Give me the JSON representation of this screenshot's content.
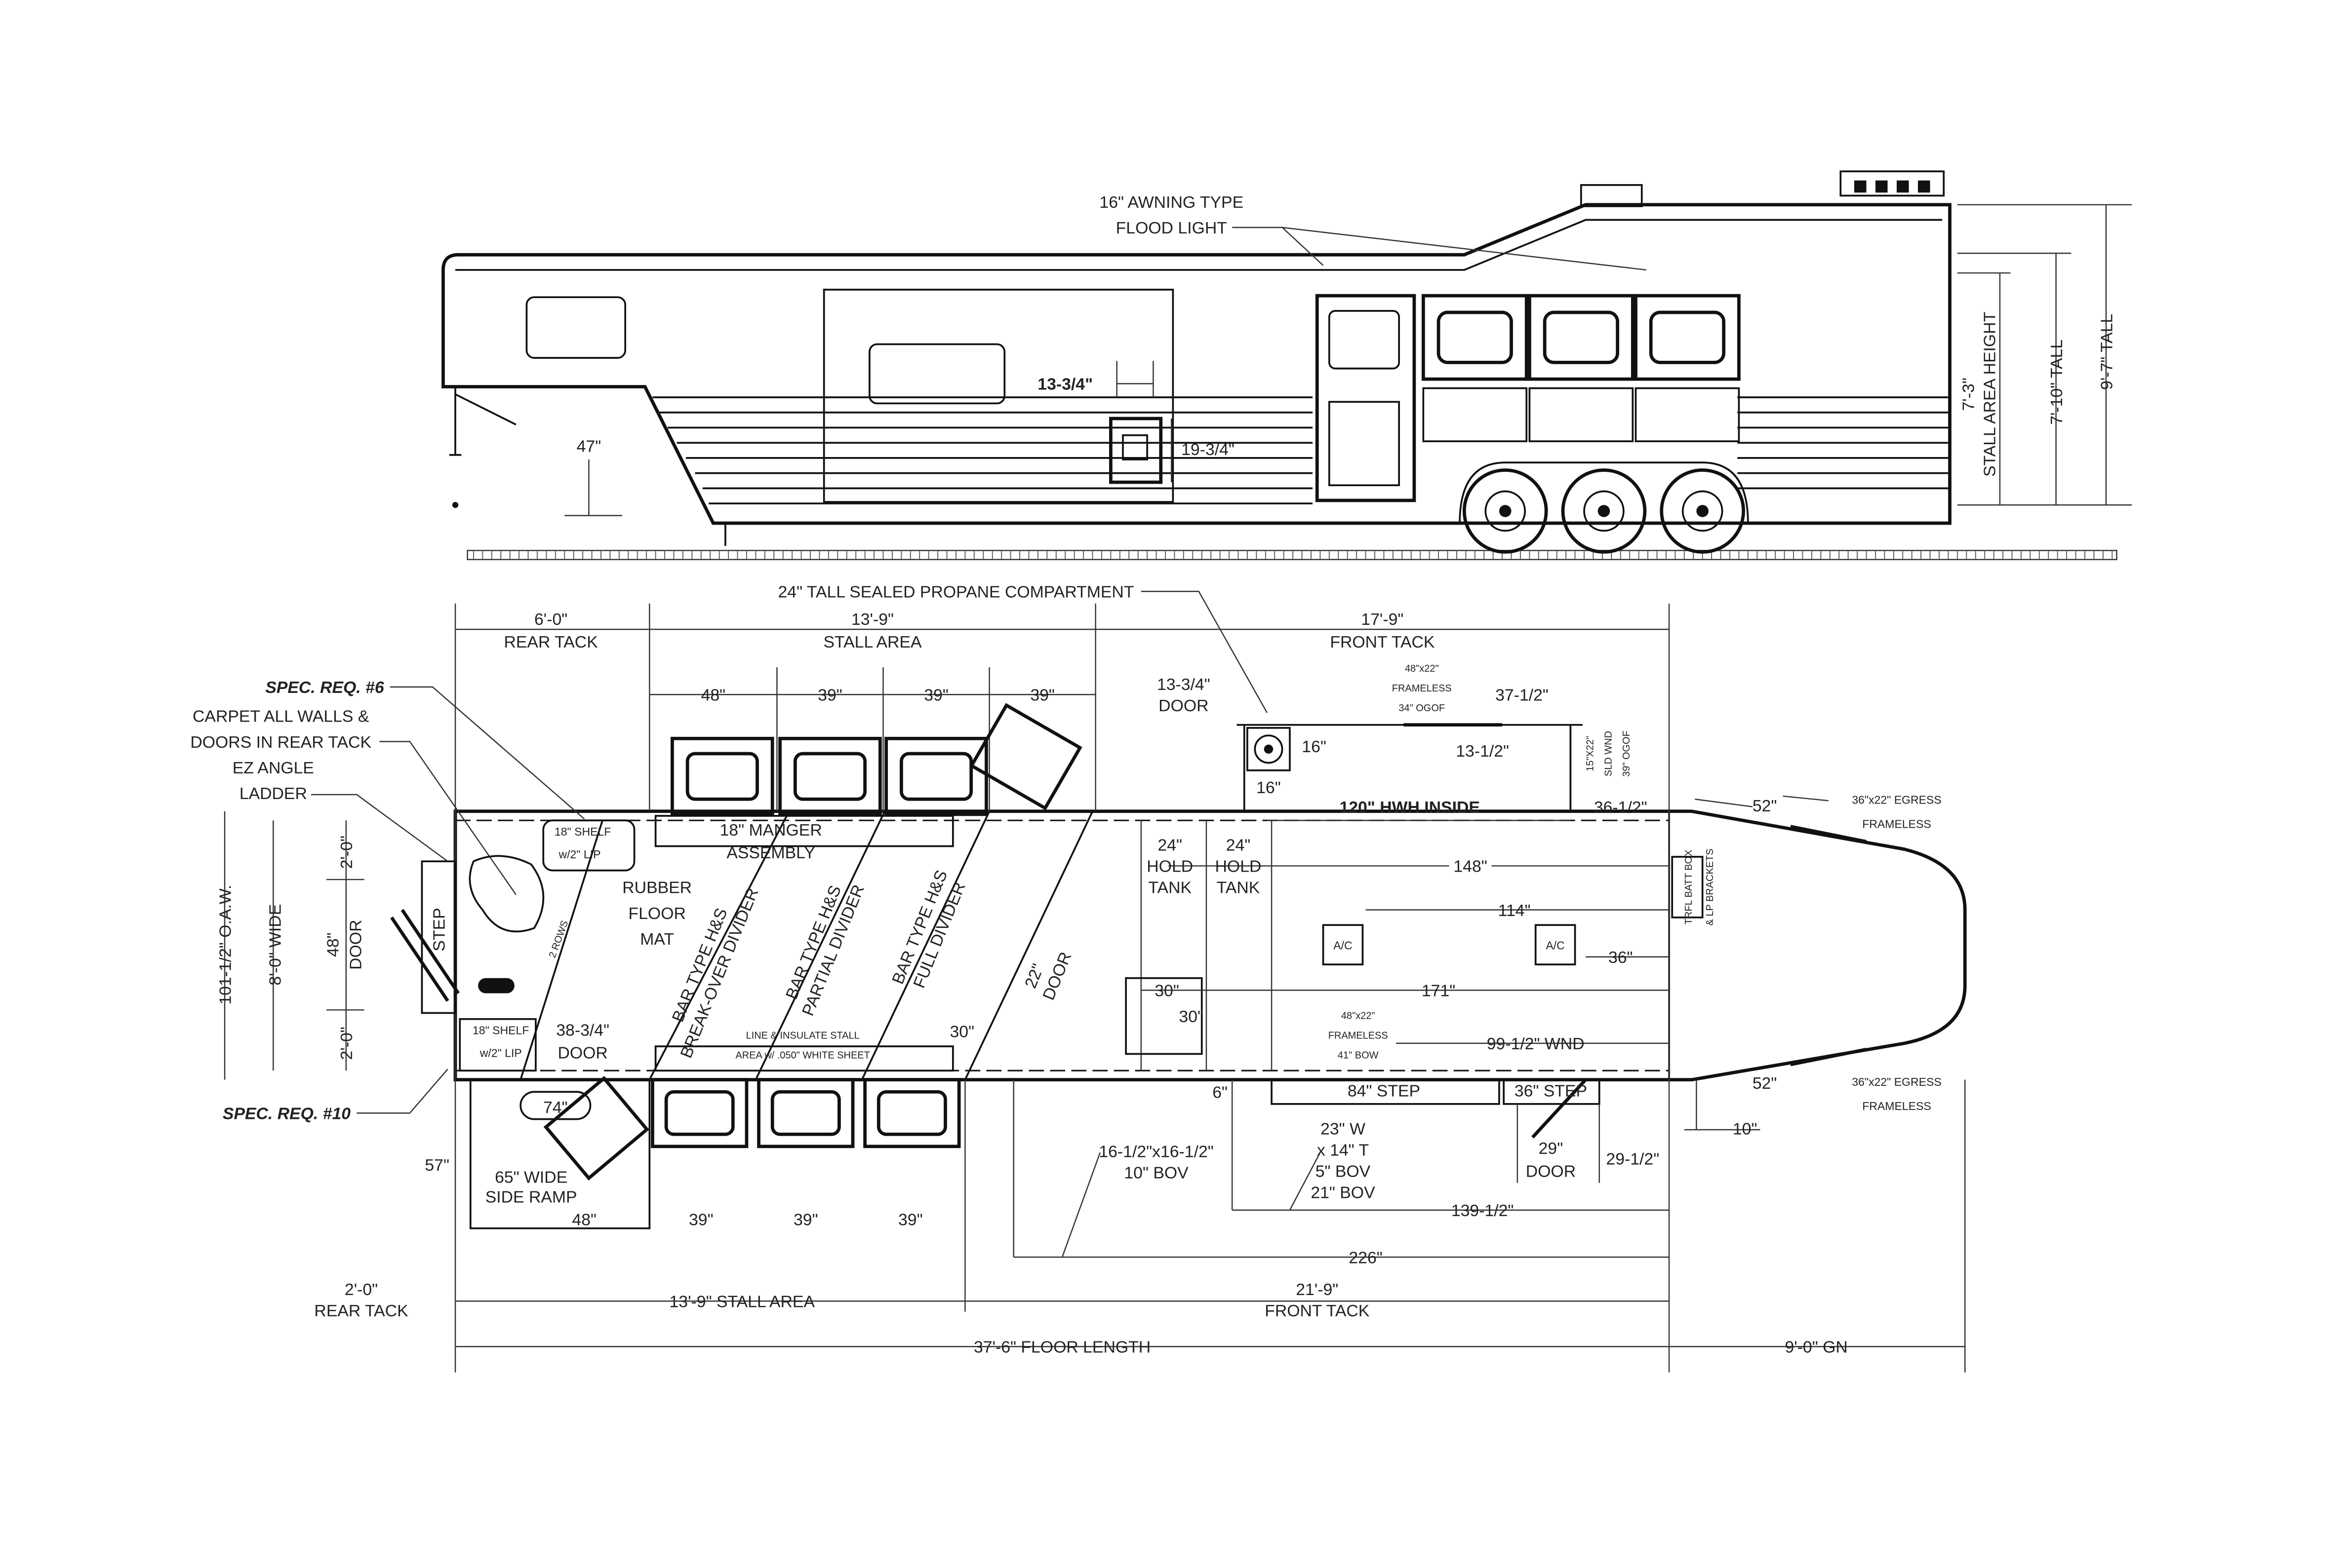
{
  "elevation": {
    "awning_line1": "16\" AWNING TYPE",
    "awning_line2": "FLOOD LIGHT",
    "dim_47": "47\"",
    "dim_door_w": "13-3/4\"",
    "dim_19": "19-3/4\"",
    "stall_height_value": "7'-3\"",
    "stall_height_label": "STALL AREA HEIGHT",
    "tall_inner": "7'-10\" TALL",
    "tall_outer": "9'-7\" TALL"
  },
  "plan": {
    "propane": "24\" TALL SEALED PROPANE COMPARTMENT",
    "top_dims": {
      "rear_tack_len": "6'-0\"",
      "rear_tack": "REAR TACK",
      "stall_len": "13'-9\"",
      "stall": "STALL AREA",
      "front_tack_len": "17'-9\"",
      "front_tack": "FRONT TACK",
      "s48": "48\"",
      "s39a": "39\"",
      "s39b": "39\"",
      "s39c": "39\""
    },
    "left_notes": {
      "spec6": "SPEC. REQ. #6",
      "carpet1": "CARPET ALL WALLS &",
      "carpet2": "DOORS IN REAR TACK",
      "ez1": "EZ ANGLE",
      "ez2": "LADDER",
      "spec10": "SPEC. REQ. #10",
      "oaw": "101-1/2\" O.A.W.",
      "wide": "8'-0\" WIDE",
      "two_ft_a": "2'-0\"",
      "two_ft_b": "2'-0\"",
      "door48a": "48\"",
      "door48b": "DOOR",
      "step": "STEP",
      "dim57": "57\""
    },
    "rear_tack": {
      "shelf1a": "18\" SHELF",
      "shelf1b": "w/2\" LIP",
      "shelf2a": "18\" SHELF",
      "shelf2b": "w/2\" LIP",
      "rows": "2 ROWS",
      "rubber1": "RUBBER",
      "rubber2": "FLOOR",
      "rubber3": "MAT",
      "door_w": "38-3/4\"",
      "door": "DOOR",
      "d74": "74\"",
      "ramp1": "65\" WIDE",
      "ramp2": "SIDE RAMP",
      "d48": "48\""
    },
    "stall": {
      "manger1": "18\" MANGER",
      "manger2": "ASSEMBLY",
      "div1a": "BAR TYPE H&S",
      "div1b": "BREAK-OVER DIVIDER",
      "div2a": "BAR TYPE H&S",
      "div2b": "PARTIAL DIVIDER",
      "div3a": "BAR TYPE H&S",
      "div3b": "FULL DIVIDER",
      "line1": "LINE & INSULATE STALL",
      "line2": "AREA w/ .050\" WHITE SHEET",
      "door22a": "22\"",
      "door22b": "DOOR",
      "d30": "30\"",
      "b39a": "39\"",
      "b39b": "39\"",
      "b39c": "39\""
    },
    "front_tack": {
      "door_w": "13-3/4\"",
      "door": "DOOR",
      "win1": "48\"x22\"",
      "win2": "FRAMELESS",
      "win3": "34\" OGOF",
      "d37": "37-1/2\"",
      "d16a": "16\"",
      "d16b": "16\"",
      "d13": "13-1/2\"",
      "sld1": "15\"X22\"",
      "sld2": "SLD WND",
      "sld3": "39\" OGOF",
      "hwh": "120\" HWH INSIDE",
      "d36": "36-1/2\"",
      "tank1a": "24\"",
      "tank1b": "HOLD",
      "tank1c": "TANK",
      "tank2a": "24\"",
      "tank2b": "HOLD",
      "tank2c": "TANK",
      "d148": "148\"",
      "d114": "114\"",
      "ac1": "A/C",
      "ac2": "A/C",
      "d36b": "36\"",
      "d30a": "30\"",
      "d30b": "30\"",
      "d171": "171\"",
      "bwin1": "48\"x22\"",
      "bwin2": "FRAMELESS",
      "bwin3": "41\" BOW",
      "wnd": "99-1/2\" WND",
      "d6": "6\"",
      "step84": "84\" STEP",
      "step36": "36\" STEP",
      "batt1": "TRFL BATT BOX",
      "batt2": "& LP BRACKETS",
      "vent1": "16-1/2\"x16-1/2\"",
      "vent2": "10\" BOV",
      "ac_a": "23\" W",
      "ac_b": "x 14\" T",
      "ac_c": "5\" BOV",
      "ac_d": "21\" BOV",
      "door29a": "29\"",
      "door29b": "DOOR",
      "d29": "29-1/2\"",
      "d139": "139-1/2\"",
      "d226": "226\""
    },
    "nose": {
      "d52a": "52\"",
      "egress1a": "36\"x22\" EGRESS",
      "egress1b": "FRAMELESS",
      "d52b": "52\"",
      "egress2a": "36\"x22\" EGRESS",
      "egress2b": "FRAMELESS",
      "d10": "10\""
    },
    "bottom_dims": {
      "rear_len": "2'-0\"",
      "rear": "REAR TACK",
      "stall": "13'-9\" STALL AREA",
      "front_len": "21'-9\"",
      "front": "FRONT TACK",
      "floor": "37'-6\" FLOOR LENGTH",
      "gn": "9'-0\" GN"
    }
  }
}
